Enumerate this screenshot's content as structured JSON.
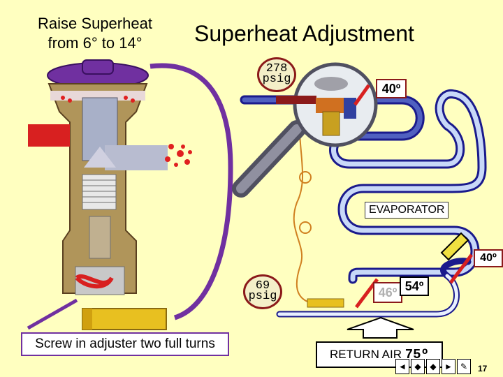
{
  "subtitle_line1": "Raise Superheat",
  "subtitle_line2": "from 6° to 14°",
  "title": "Superheat Adjustment",
  "gauge_high": {
    "value": "278",
    "unit": "psig"
  },
  "gauge_low": {
    "value": "69",
    "unit": "psig"
  },
  "temp_bulb": "40º",
  "temp_evap_outlet": "40º",
  "temp_inlet": "46º",
  "temp_outlet": "54º",
  "evaporator_label": "EVAPORATOR",
  "return_air": {
    "label": "RETURN AIR",
    "value": "75º"
  },
  "instruction": "Screw in adjuster two full turns",
  "page_number": "17",
  "nav_buttons": [
    "◄",
    "◆",
    "◆",
    "►",
    "✎"
  ],
  "colors": {
    "background": "#ffffc0",
    "coil": "#1a1a8c",
    "coil_light": "#c8d8f8",
    "capillary": "#7030a0",
    "valve_body": "#b0955a",
    "refrigerant": "#e02020"
  }
}
